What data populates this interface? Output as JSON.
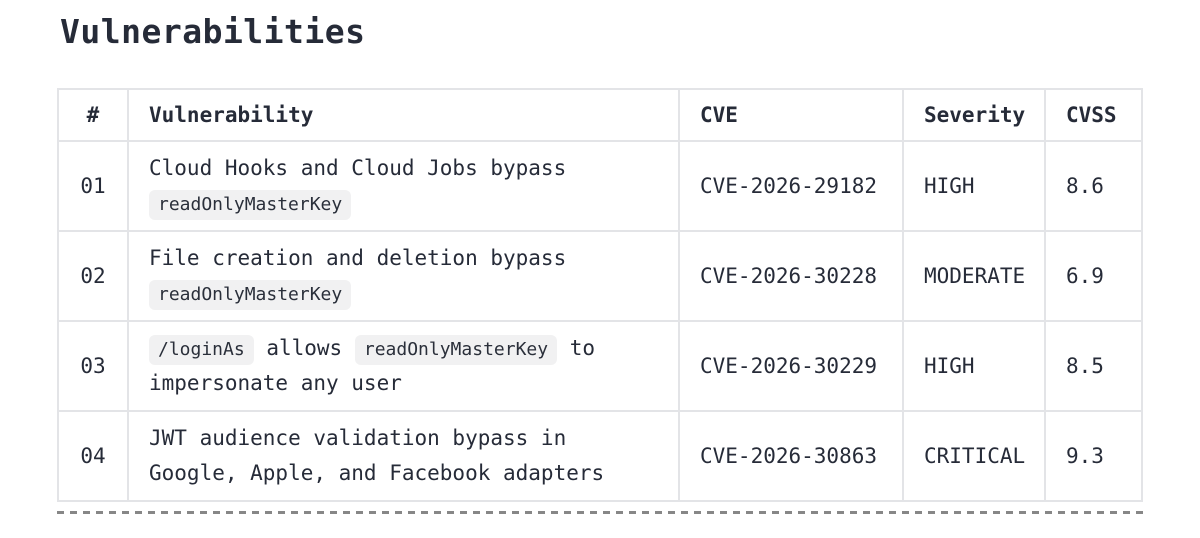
{
  "page_title": "Vulnerabilities",
  "colors": {
    "text": "#262b38",
    "table_border": "#e3e4e7",
    "chip_background": "#f1f1f2",
    "dashed_rule": "#878787",
    "background": "#ffffff"
  },
  "table": {
    "columns": [
      {
        "key": "num",
        "label": "#"
      },
      {
        "key": "vulnerability",
        "label": "Vulnerability"
      },
      {
        "key": "cve",
        "label": "CVE"
      },
      {
        "key": "severity",
        "label": "Severity"
      },
      {
        "key": "cvss",
        "label": "CVSS"
      }
    ],
    "rows": [
      {
        "num": "01",
        "vulnerability": [
          {
            "type": "text",
            "value": "Cloud Hooks and Cloud Jobs bypass "
          },
          {
            "type": "code",
            "value": "readOnlyMasterKey"
          }
        ],
        "cve": "CVE-2026-29182",
        "severity": "HIGH",
        "cvss": "8.6"
      },
      {
        "num": "02",
        "vulnerability": [
          {
            "type": "text",
            "value": "File creation and deletion bypass "
          },
          {
            "type": "code",
            "value": "readOnlyMasterKey"
          }
        ],
        "cve": "CVE-2026-30228",
        "severity": "MODERATE",
        "cvss": "6.9"
      },
      {
        "num": "03",
        "vulnerability": [
          {
            "type": "code",
            "value": "/loginAs"
          },
          {
            "type": "text",
            "value": " allows "
          },
          {
            "type": "code",
            "value": "readOnlyMasterKey"
          },
          {
            "type": "text",
            "value": " to impersonate any user"
          }
        ],
        "cve": "CVE-2026-30229",
        "severity": "HIGH",
        "cvss": "8.5"
      },
      {
        "num": "04",
        "vulnerability": [
          {
            "type": "text",
            "value": "JWT audience validation bypass in Google, Apple, and Facebook adapters"
          }
        ],
        "cve": "CVE-2026-30863",
        "severity": "CRITICAL",
        "cvss": "9.3"
      }
    ]
  }
}
